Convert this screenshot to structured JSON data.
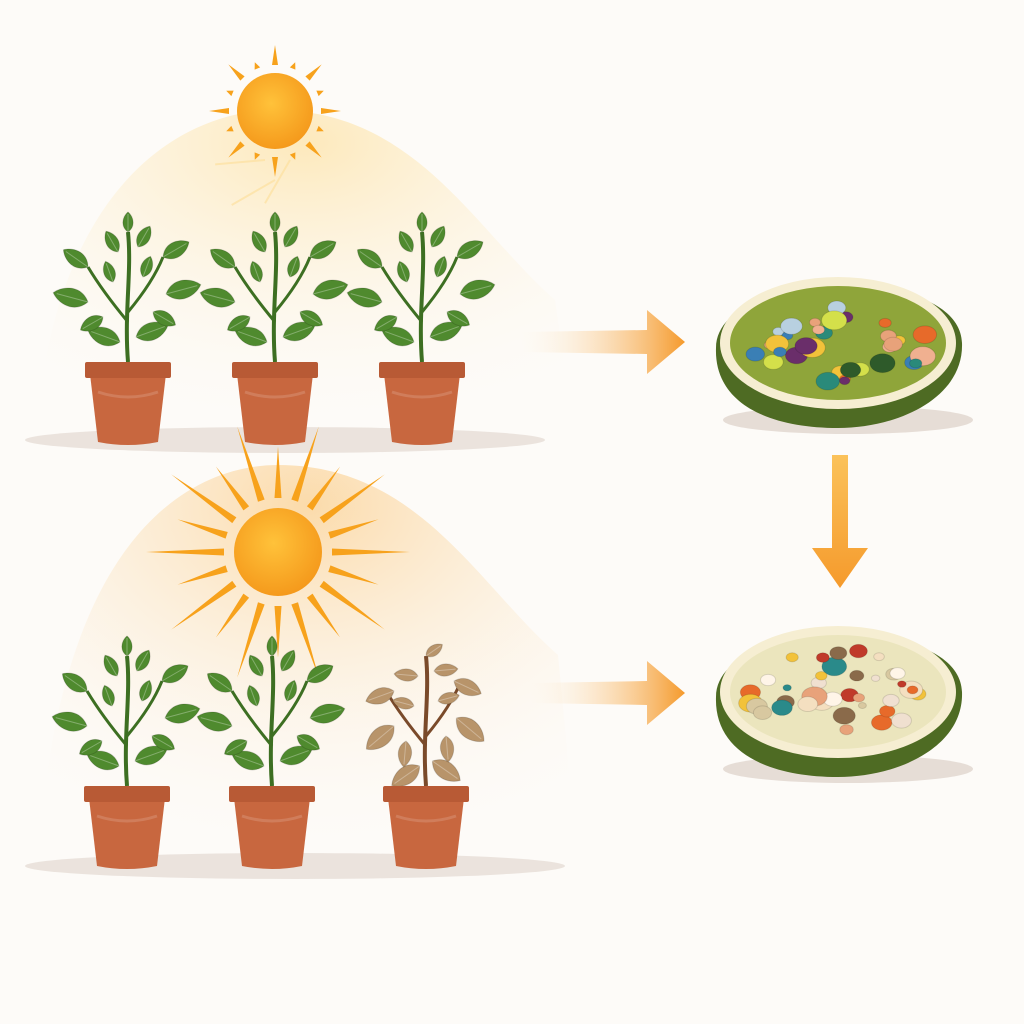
{
  "colors": {
    "background": "#fdfbf8",
    "sun": "#f7a21c",
    "sun_light": "#ffd23f",
    "light_cone": "#fbe3b0",
    "arrow": "#f59a2c",
    "leaf": "#4f8a2e",
    "leaf_dark": "#3d6f22",
    "withered_leaf": "#b8946a",
    "withered_stem": "#7a4a2a",
    "pot": "#c8673f",
    "pot_rim": "#b85a35",
    "shadow": "#e6ddd6",
    "cell_rim": "#4e6b23",
    "cell_wall": "#f6eed2",
    "cell_healthy": "#8fa53a",
    "cell_stressed": "#ebe5bd"
  },
  "panels": [
    {
      "name": "normal-light",
      "sun": "sun-icon",
      "plants": [
        "healthy",
        "healthy",
        "healthy"
      ],
      "cell": "healthy"
    },
    {
      "name": "intense-light",
      "sun": "sun-icon",
      "plants": [
        "healthy",
        "healthy",
        "withered"
      ],
      "cell": "stressed"
    }
  ],
  "icons": [
    "sun-icon",
    "plant-icon",
    "withered-plant-icon",
    "pot-icon",
    "arrow-right-icon",
    "arrow-down-icon",
    "cell-icon"
  ]
}
